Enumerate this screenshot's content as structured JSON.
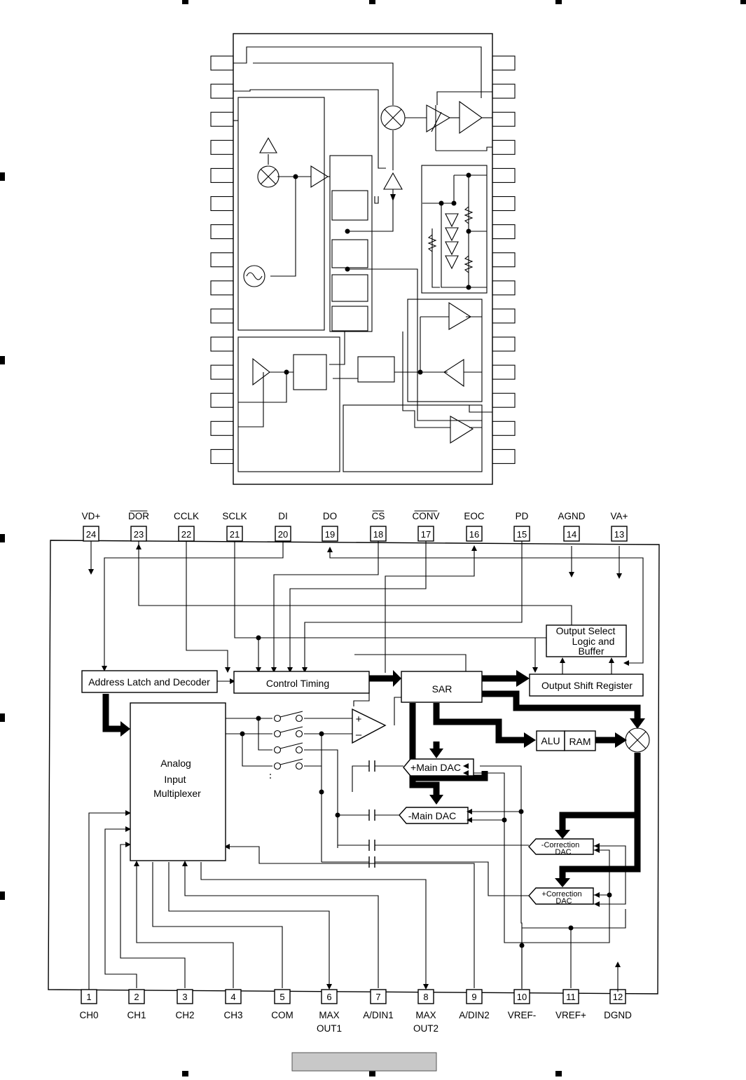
{
  "diagram": {
    "top_pins": [
      {
        "label": "VD+",
        "num": "24",
        "overbar": false
      },
      {
        "label": "DOR",
        "num": "23",
        "overbar": true
      },
      {
        "label": "CCLK",
        "num": "22",
        "overbar": false
      },
      {
        "label": "SCLK",
        "num": "21",
        "overbar": false
      },
      {
        "label": "DI",
        "num": "20",
        "overbar": false
      },
      {
        "label": "DO",
        "num": "19",
        "overbar": false
      },
      {
        "label": "CS",
        "num": "18",
        "overbar": true
      },
      {
        "label": "CONV",
        "num": "17",
        "overbar": true
      },
      {
        "label": "EOC",
        "num": "16",
        "overbar": false
      },
      {
        "label": "PD",
        "num": "15",
        "overbar": false
      },
      {
        "label": "AGND",
        "num": "14",
        "overbar": false
      },
      {
        "label": "VA+",
        "num": "13",
        "overbar": false
      }
    ],
    "bottom_pins": [
      {
        "label": "CH0",
        "label2": "",
        "num": "1"
      },
      {
        "label": "CH1",
        "label2": "",
        "num": "2"
      },
      {
        "label": "CH2",
        "label2": "",
        "num": "3"
      },
      {
        "label": "CH3",
        "label2": "",
        "num": "4"
      },
      {
        "label": "COM",
        "label2": "",
        "num": "5"
      },
      {
        "label": "MAX",
        "label2": "OUT1",
        "num": "6"
      },
      {
        "label": "A/DIN1",
        "label2": "",
        "num": "7"
      },
      {
        "label": "MAX",
        "label2": "OUT2",
        "num": "8"
      },
      {
        "label": "A/DIN2",
        "label2": "",
        "num": "9"
      },
      {
        "label": "VREF-",
        "label2": "",
        "num": "10"
      },
      {
        "label": "VREF+",
        "label2": "",
        "num": "11"
      },
      {
        "label": "DGND",
        "label2": "",
        "num": "12"
      }
    ],
    "blocks": {
      "address_latch": "Address Latch and Decoder",
      "control_timing": "Control Timing",
      "sar": "SAR",
      "output_shift": "Output Shift Register",
      "output_select_1": "Output Select",
      "output_select_2": "Logic and",
      "output_select_3": "Buffer",
      "mux_1": "Analog",
      "mux_2": "Input",
      "mux_3": "Multiplexer",
      "alu": "ALU",
      "ram": "RAM",
      "plus_main_dac": "+Main DAC",
      "minus_main_dac": "-Main DAC",
      "minus_corr_1": "-Correction",
      "minus_corr_2": "DAC",
      "plus_corr_1": "+Correction",
      "plus_corr_2": "DAC",
      "comp_plus": "+",
      "comp_minus": "–"
    }
  }
}
